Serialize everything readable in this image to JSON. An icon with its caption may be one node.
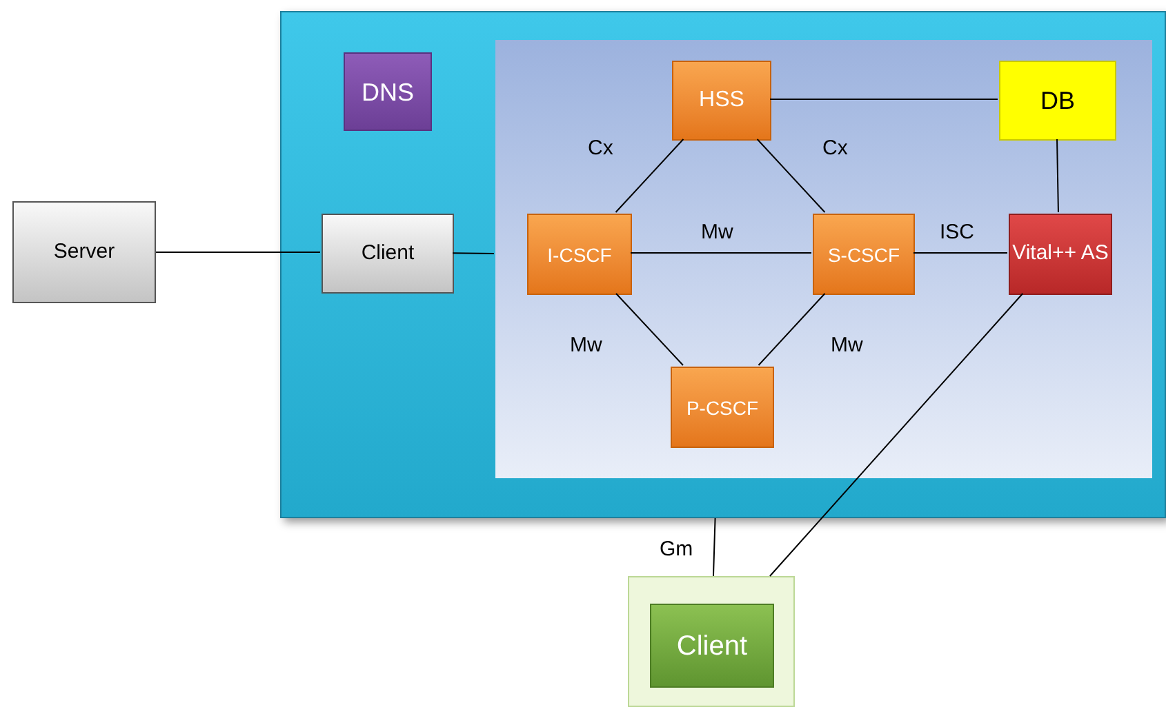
{
  "diagram": {
    "nodes": [
      {
        "text": [],
        "shape": "box"
      },
      {
        "text": [
          "DNS"
        ],
        "in": 0
      },
      {
        "text": [
          "Client"
        ],
        "in": 0
      },
      {
        "text": [],
        "shape": "box",
        "in": 0
      },
      {
        "text": [
          "HSS"
        ],
        "in": 3
      },
      {
        "text": [
          "DB"
        ],
        "in": 3
      },
      {
        "text": [
          "I-CSCF"
        ],
        "in": 3
      },
      {
        "text": [
          "S-CSCF"
        ],
        "in": 3
      },
      {
        "text": [
          "Vital++ AS"
        ],
        "in": 3
      },
      {
        "text": [
          "P-CSCF"
        ],
        "in": 3
      },
      {
        "text": [
          "Server"
        ]
      },
      {
        "text": [],
        "shape": "box"
      },
      {
        "text": [
          "Client"
        ],
        "in": 11
      }
    ],
    "edges": [
      {
        "from": 10,
        "to": 2,
        "arrow": "none"
      },
      {
        "from": 2,
        "to": 3,
        "arrow": "none"
      },
      {
        "from": 4,
        "to": 5,
        "arrow": "none"
      },
      {
        "from": 4,
        "to": 6,
        "arrow": "none",
        "label": "Cx"
      },
      {
        "from": 4,
        "to": 7,
        "arrow": "none",
        "label": "Cx"
      },
      {
        "from": 6,
        "to": 7,
        "arrow": "none",
        "label": "Mw"
      },
      {
        "from": 7,
        "to": 8,
        "arrow": "none",
        "label": "ISC"
      },
      {
        "from": 5,
        "to": 8,
        "arrow": "none"
      },
      {
        "from": 6,
        "to": 9,
        "arrow": "none",
        "label": "Mw"
      },
      {
        "from": 7,
        "to": 9,
        "arrow": "none",
        "label": "Mw"
      },
      {
        "from": 0,
        "to": 11,
        "arrow": "none",
        "label": "Gm"
      },
      {
        "from": 8,
        "to": 11,
        "arrow": "none"
      }
    ]
  }
}
